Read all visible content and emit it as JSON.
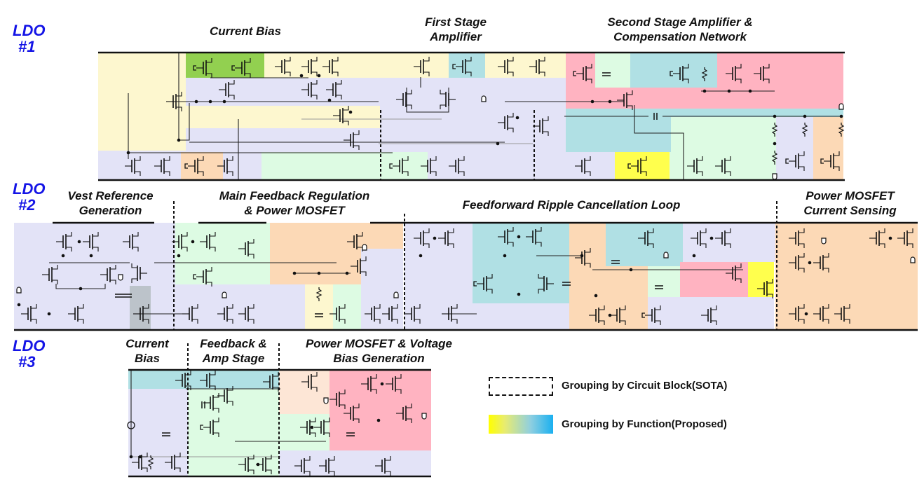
{
  "ldos": [
    {
      "label": "LDO",
      "number": "#1",
      "sections": [
        {
          "title_line1": "Current Bias",
          "title_line2": ""
        },
        {
          "title_line1": "First Stage",
          "title_line2": "Amplifier"
        },
        {
          "title_line1": "Second Stage Amplifier &",
          "title_line2": "Compensation Network"
        }
      ]
    },
    {
      "label": "LDO",
      "number": "#2",
      "sections": [
        {
          "title_line1": "Vest Reference",
          "title_line2": "Generation"
        },
        {
          "title_line1": "Main Feedback Regulation",
          "title_line2": "& Power MOSFET"
        },
        {
          "title_line1": "Feedforward Ripple Cancellation Loop",
          "title_line2": ""
        },
        {
          "title_line1": "Power MOSFET",
          "title_line2": "Current Sensing"
        }
      ]
    },
    {
      "label": "LDO",
      "number": "#3",
      "sections": [
        {
          "title_line1": "Current",
          "title_line2": "Bias"
        },
        {
          "title_line1": "Feedback &",
          "title_line2": "Amp Stage"
        },
        {
          "title_line1": "Power MOSFET & Voltage",
          "title_line2": "Bias Generation"
        }
      ]
    }
  ],
  "legend": {
    "circuit_block": "Grouping by Circuit Block(SOTA)",
    "function": "Grouping by Function(Proposed)"
  },
  "colors": {
    "ldo_label": "#1414e6",
    "yellow": "#fdf7cf",
    "lavender": "#e3e3f7",
    "green_dark": "#92d050",
    "mint": "#ddfbe3",
    "peach": "#fcd9b6",
    "teal": "#b0e0e4",
    "pink": "#ffb3c1",
    "bright_yellow": "#ffff4d",
    "gray": "#bcc3ca",
    "light_peach": "#fde6d6"
  }
}
